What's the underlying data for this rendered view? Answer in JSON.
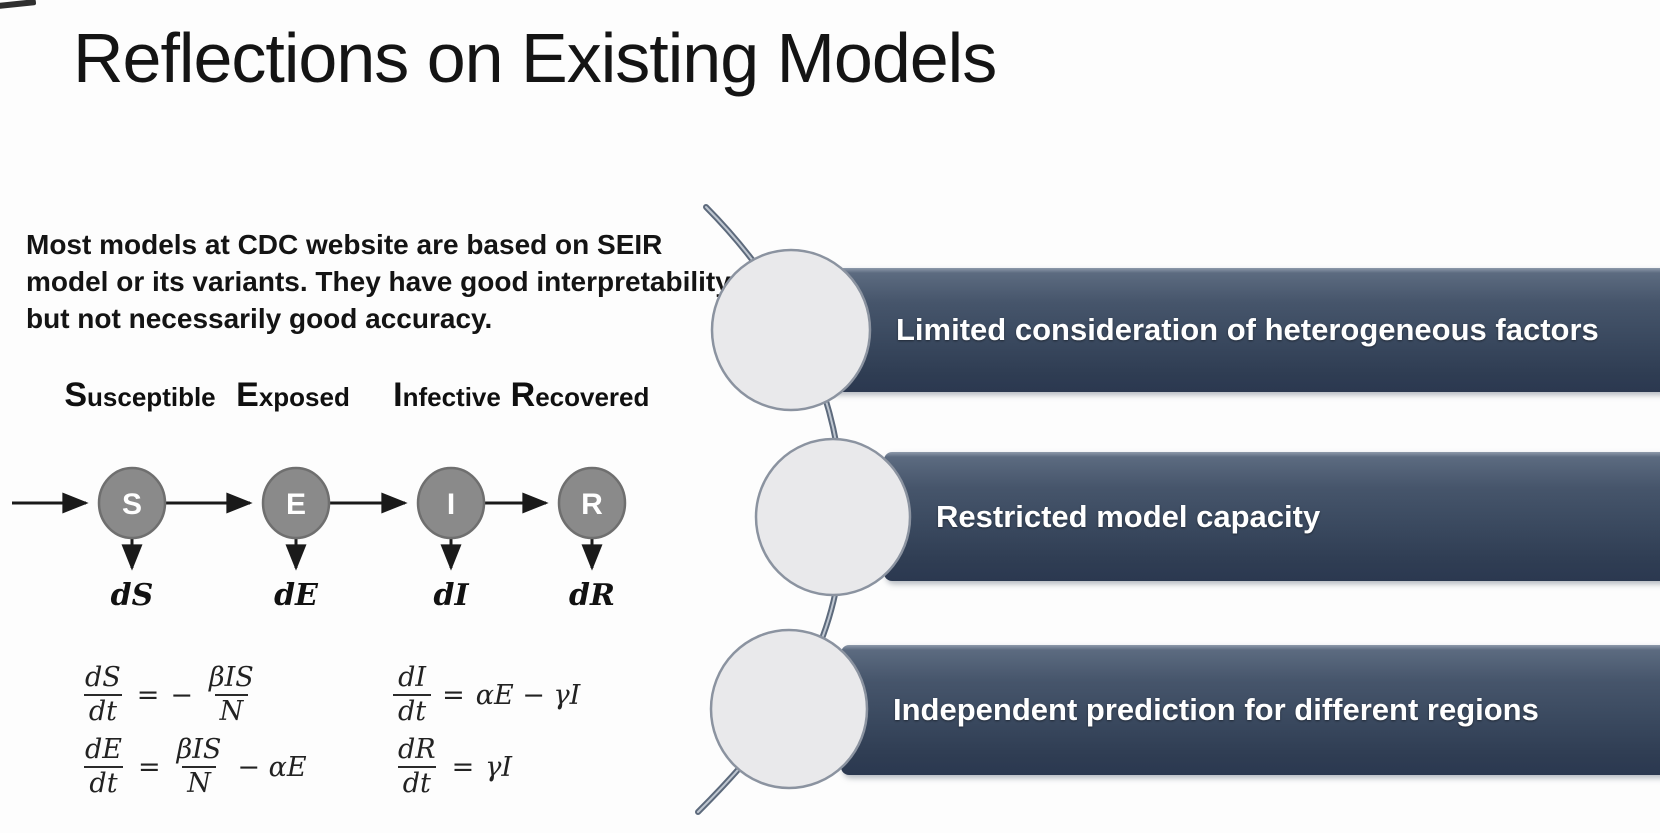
{
  "title": "Reflections on Existing Models",
  "intro": {
    "lines": [
      "Most models at CDC website are based on SEIR",
      "model or its variants. They have good interpretability",
      "but not necessarily good accuracy."
    ]
  },
  "seir": {
    "labels": [
      {
        "initial": "S",
        "rest": "usceptible"
      },
      {
        "initial": "E",
        "rest": "xposed"
      },
      {
        "initial": "I",
        "rest": "nfective"
      },
      {
        "initial": "R",
        "rest": "ecovered"
      }
    ],
    "nodes": [
      "S",
      "E",
      "I",
      "R"
    ],
    "derivatives": [
      "dS",
      "dE",
      "dI",
      "dR"
    ]
  },
  "equations": {
    "eq_s": {
      "num": "dS",
      "den": "dt",
      "eq": "=",
      "sign": "−",
      "rhs_num": "βIS",
      "rhs_den": "N"
    },
    "eq_e": {
      "num": "dE",
      "den": "dt",
      "eq": "=",
      "rhs_num": "βIS",
      "rhs_den": "N",
      "tail": "− αE"
    },
    "eq_i": {
      "num": "dI",
      "den": "dt",
      "eq": "=",
      "rhs": "αE − γI"
    },
    "eq_r": {
      "num": "dR",
      "den": "dt",
      "eq": "=",
      "rhs": "γI"
    }
  },
  "issues": [
    {
      "label": "Limited consideration of heterogeneous factors"
    },
    {
      "label": "Restricted model capacity"
    },
    {
      "label": "Independent prediction for different regions"
    }
  ],
  "colors": {
    "banner_top": "#46556b",
    "banner_bottom": "#2b3850",
    "node_fill": "#8a8a8a",
    "node_stroke": "#6f6f6f",
    "decor_circle_fill": "#e9e9eb",
    "decor_circle_stroke": "#8b93a0",
    "rod_color": "#5d6a7c",
    "arrow_color": "#1a1a1a"
  }
}
